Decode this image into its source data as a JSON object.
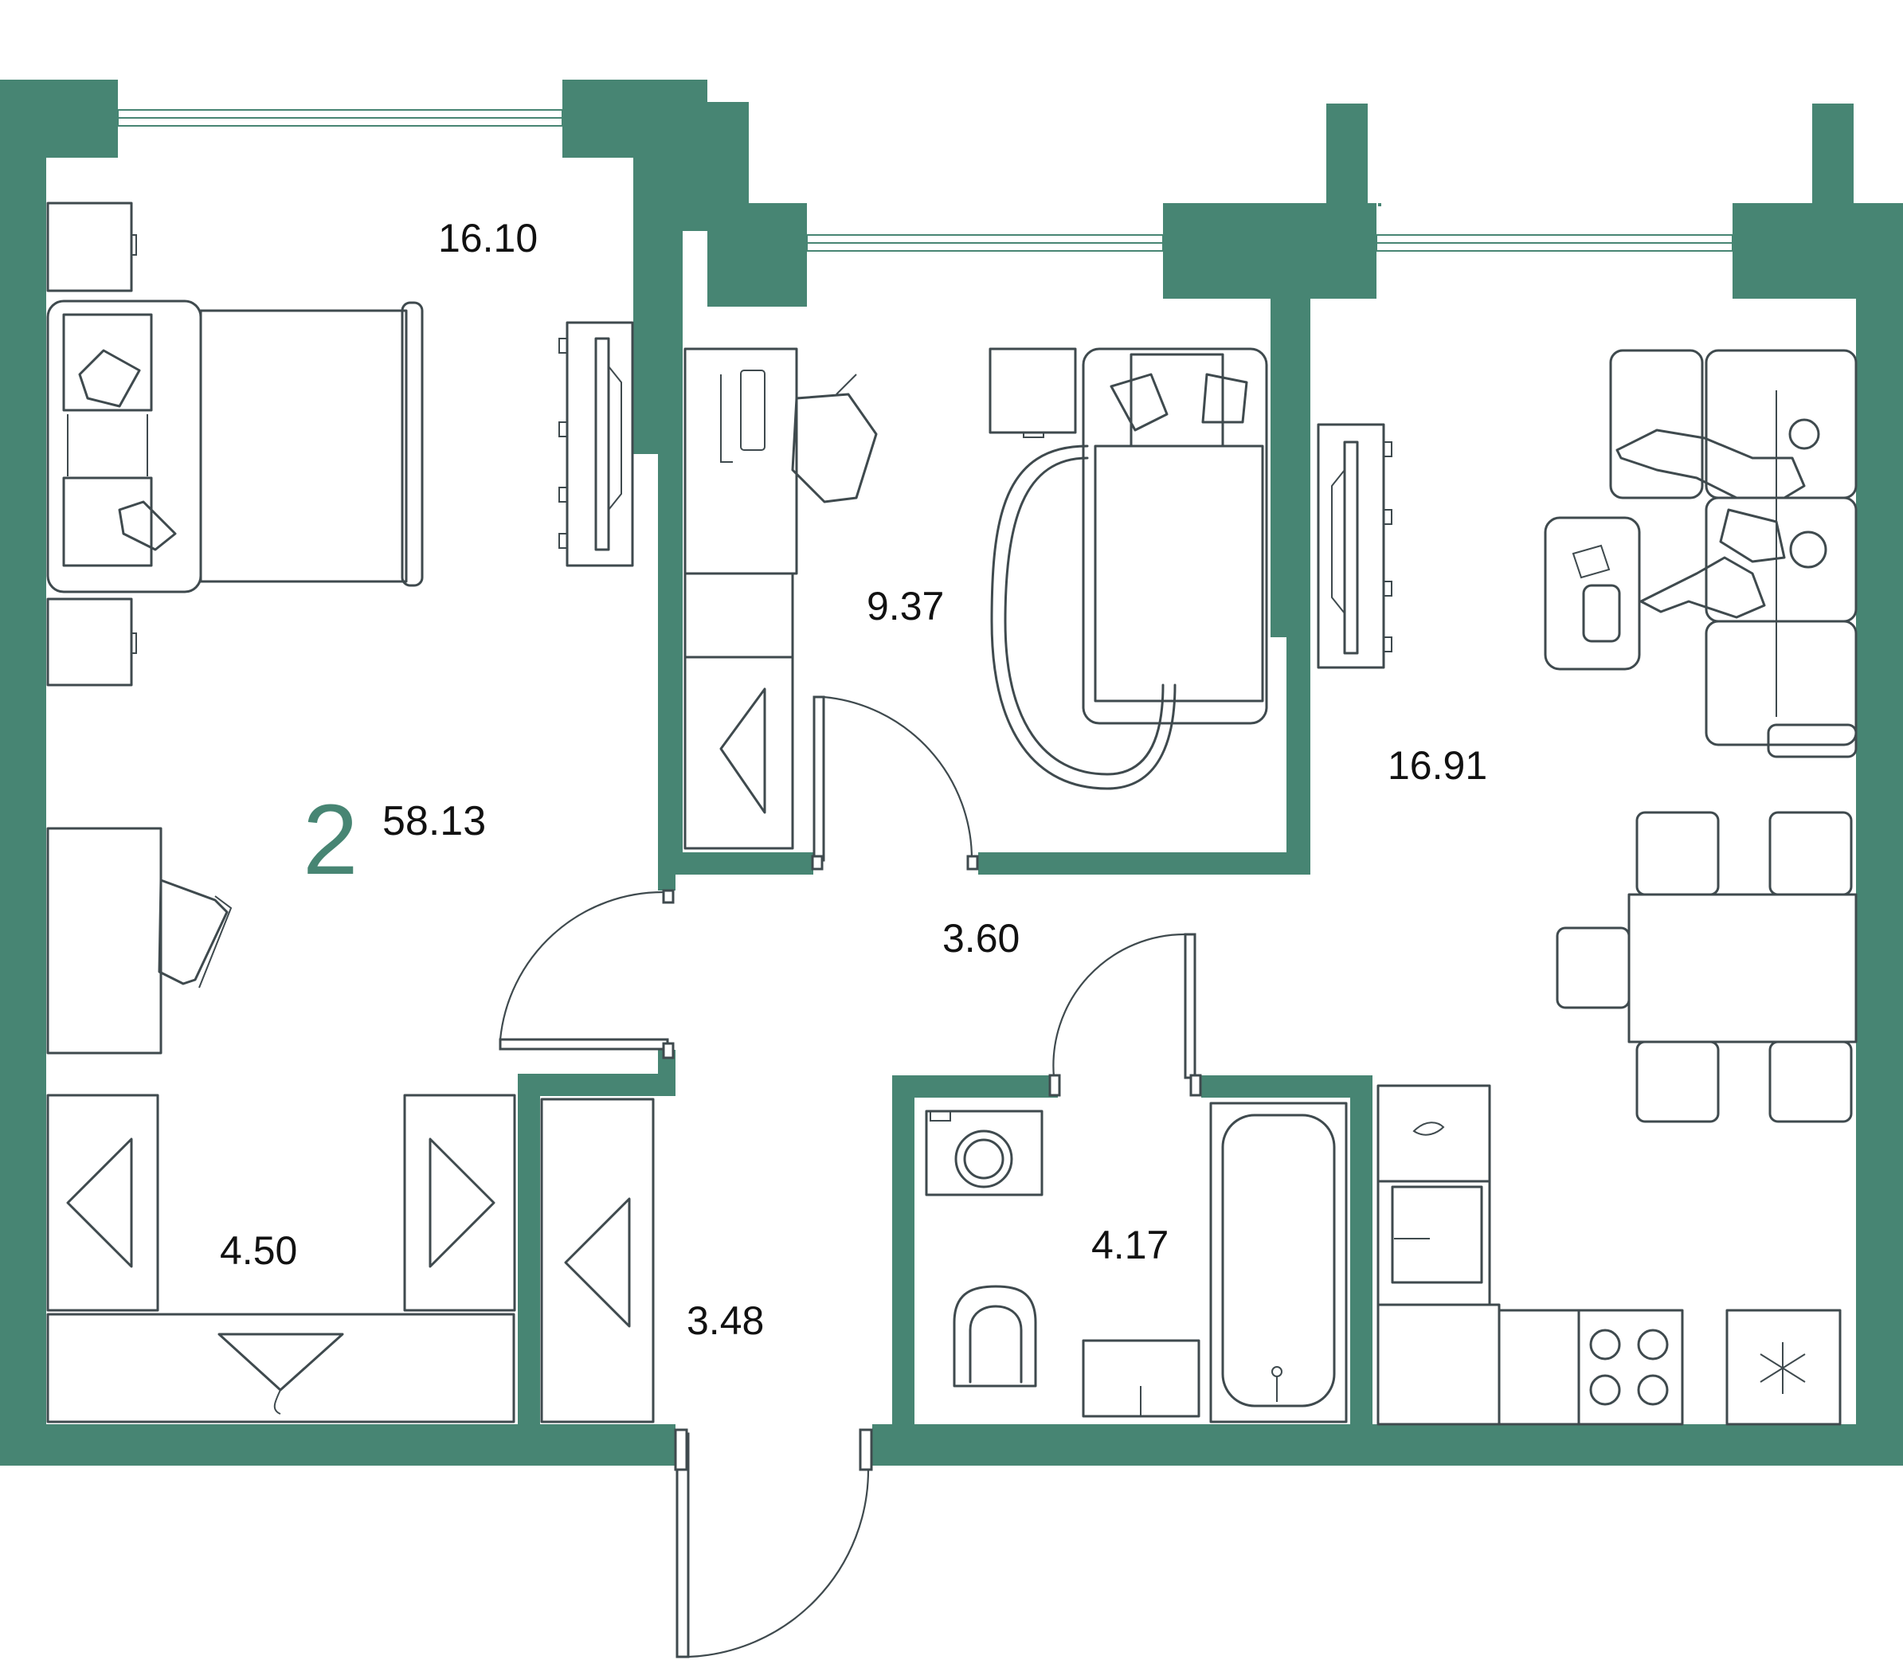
{
  "plan": {
    "rooms_count": "2",
    "total_area": "58.13",
    "accent_color": "#478573",
    "rooms": [
      {
        "id": "bedroom",
        "area": "16.10"
      },
      {
        "id": "child-room",
        "area": "9.37"
      },
      {
        "id": "living-kitchen",
        "area": "16.91"
      },
      {
        "id": "corridor",
        "area": "3.60"
      },
      {
        "id": "wardrobe",
        "area": "4.50"
      },
      {
        "id": "hall",
        "area": "3.48"
      },
      {
        "id": "bathroom",
        "area": "4.17"
      }
    ],
    "icons": [
      "bed-icon",
      "bedside-table-icon",
      "tv-stand-icon",
      "desk-icon",
      "office-chair-icon",
      "wardrobe-hanger-icon",
      "washing-machine-icon",
      "toilet-icon",
      "sink-icon",
      "bathtub-icon",
      "sofa-icon",
      "coffee-table-icon",
      "dining-table-icon",
      "chair-icon",
      "stove-icon",
      "fridge-icon",
      "kitchen-sink-icon",
      "rug-icon",
      "door-icon",
      "window-icon"
    ]
  }
}
